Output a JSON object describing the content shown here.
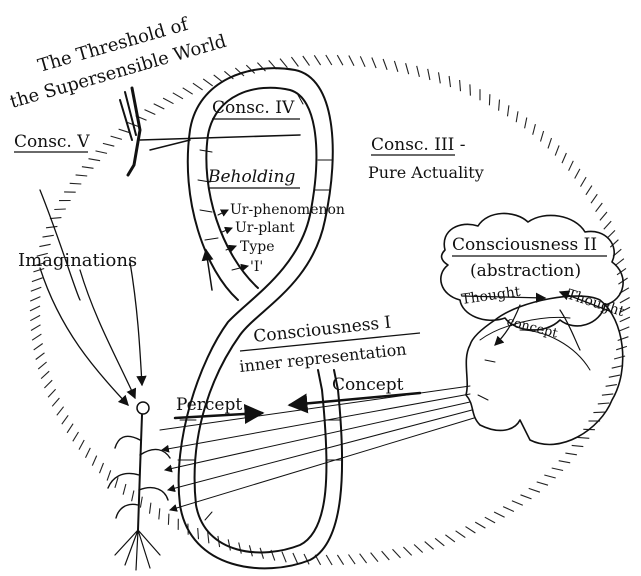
{
  "diagram": {
    "threshold_line1": "The Threshold of",
    "threshold_line2": "the Supersensible World",
    "consc_v": "Consc. V",
    "consc_iv": "Consc. IV",
    "beholding": "Beholding",
    "ur_phenomenon": "Ur-phenomenon",
    "ur_plant": "Ur-plant",
    "type": "Type",
    "i_label": "'I'",
    "consc_iii_line1": "Consc. III -",
    "consc_iii_line2": "Pure Actuality",
    "imaginations": "Imaginations",
    "consc_ii_line1": "Consciousness II",
    "consc_ii_line2": "(abstraction)",
    "thought_left": "Thought",
    "thought_right": "Thought",
    "concept_small": "concept",
    "consc_i_line1": "Consciousness I",
    "consc_i_line2": "inner representation",
    "percept": "Percept",
    "concept": "Concept"
  },
  "colors": {
    "ink": "#111111",
    "paper": "#ffffff"
  }
}
